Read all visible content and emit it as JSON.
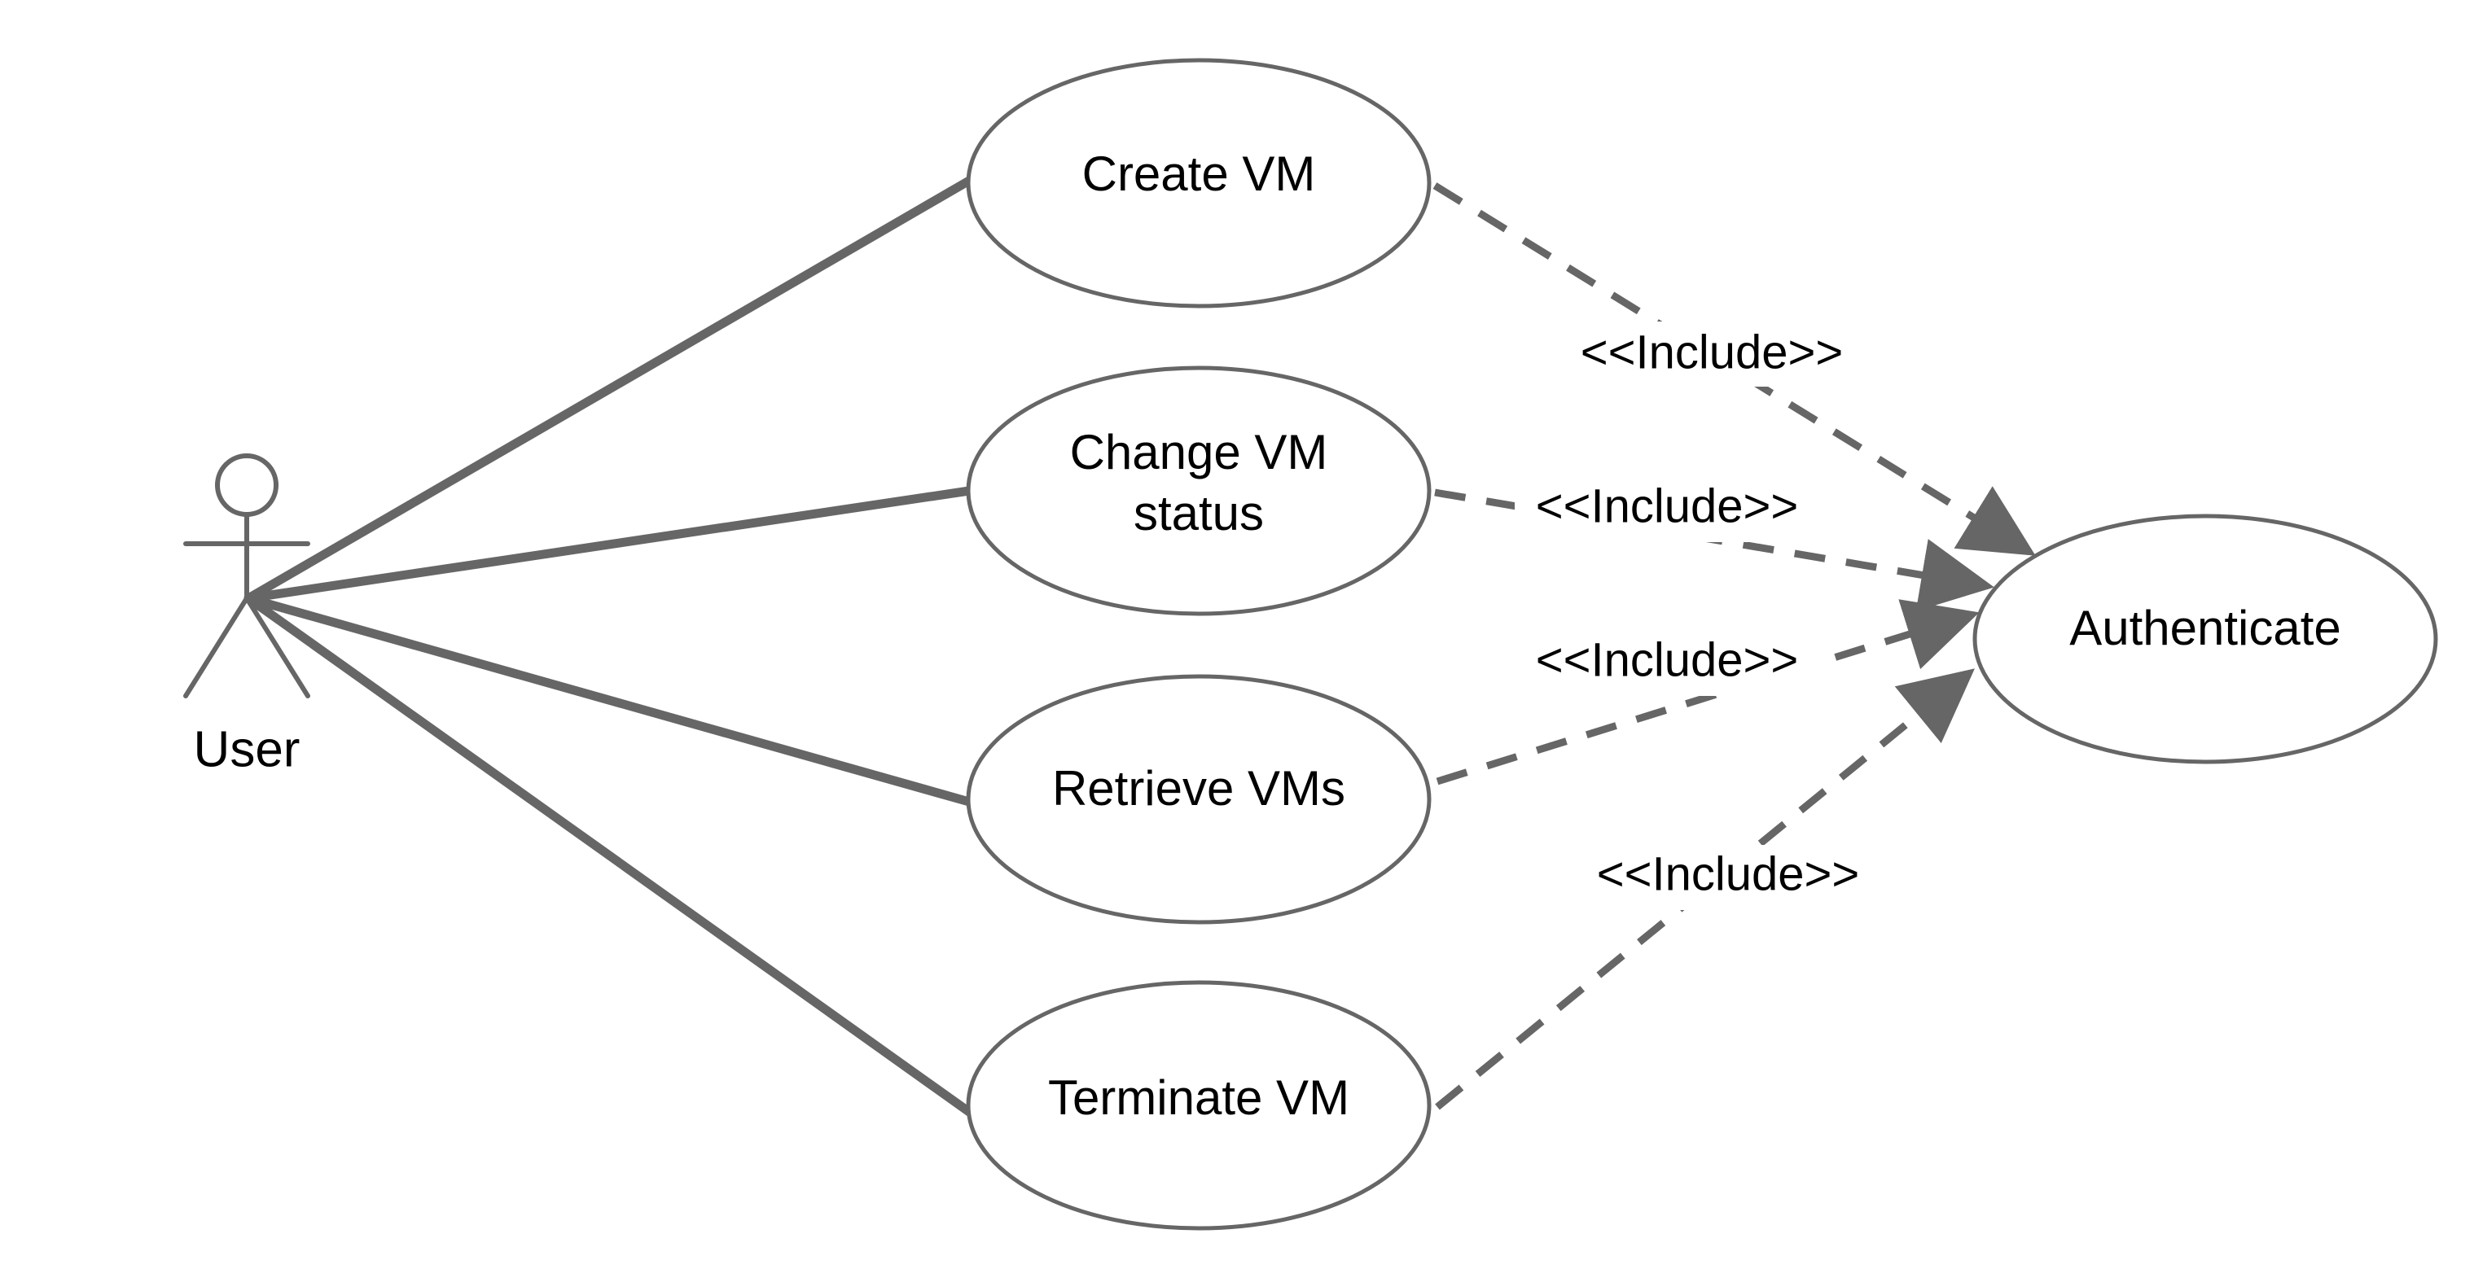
{
  "actor": {
    "name": "User"
  },
  "use_cases": [
    {
      "id": "create",
      "lines": [
        "Create VM"
      ]
    },
    {
      "id": "change",
      "lines": [
        "Change VM",
        "status"
      ]
    },
    {
      "id": "retrieve",
      "lines": [
        "Retrieve VMs"
      ]
    },
    {
      "id": "terminate",
      "lines": [
        "Terminate VM"
      ]
    }
  ],
  "included_use_case": {
    "label": "Authenticate"
  },
  "include_relations": [
    {
      "from": "create",
      "label": "<<Include>>"
    },
    {
      "from": "change",
      "label": "<<Include>>"
    },
    {
      "from": "retrieve",
      "label": "<<Include>>"
    },
    {
      "from": "terminate",
      "label": "<<Include>>"
    }
  ],
  "colors": {
    "line": "#666666",
    "text": "#000000",
    "background": "#ffffff"
  }
}
